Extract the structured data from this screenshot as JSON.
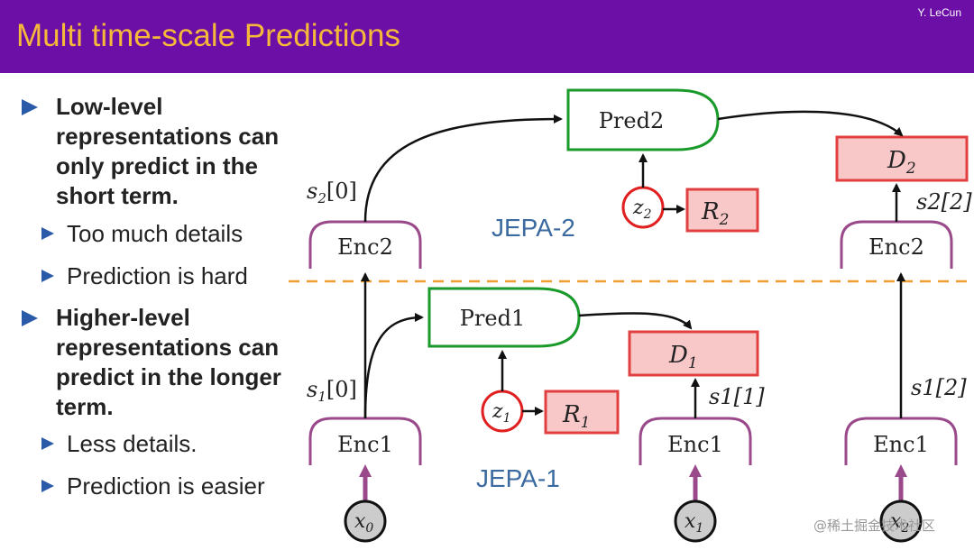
{
  "header": {
    "title": "Multi time-scale Predictions",
    "author": "Y. LeCun"
  },
  "bullets": {
    "b1_main": "Low-level representations can only predict in the short term.",
    "b1_sub1": "Too much details",
    "b1_sub2": "Prediction is hard",
    "b2_main": "Higher-level representations can predict in the longer term.",
    "b2_sub1": "Less details.",
    "b2_sub2": "Prediction is easier"
  },
  "diagram": {
    "jepa2": "JEPA-2",
    "jepa1": "JEPA-1",
    "pred2": "Pred2",
    "pred1": "Pred1",
    "enc2": "Enc2",
    "enc1": "Enc1",
    "d2": "D",
    "d2_sub": "2",
    "d1": "D",
    "d1_sub": "1",
    "r2": "R",
    "r2_sub": "2",
    "r1": "R",
    "r1_sub": "1",
    "z2": "z",
    "z2_sub": "2",
    "z1": "z",
    "z1_sub": "1",
    "x0": "x",
    "x0_sub": "0",
    "x1": "x",
    "x1_sub": "1",
    "x2": "x",
    "x2_sub": "2",
    "s2_0_a": "s",
    "s2_0_sub": "2",
    "s2_0_b": "[0]",
    "s2_2": "s2[2]",
    "s1_0_a": "s",
    "s1_0_sub": "1",
    "s1_0_b": "[0]",
    "s1_1": "s1[1]",
    "s1_2": "s1[2]"
  },
  "colors": {
    "header_bg": "#6c0fa6",
    "title": "#f5b83a",
    "pred_stroke": "#1a9a2a",
    "enc_stroke": "#9a4a8a",
    "cost_fill": "#f8c8c8",
    "cost_stroke": "#e04040",
    "dashed": "#f0a030"
  },
  "watermark": "@稀土掘金技术社区"
}
